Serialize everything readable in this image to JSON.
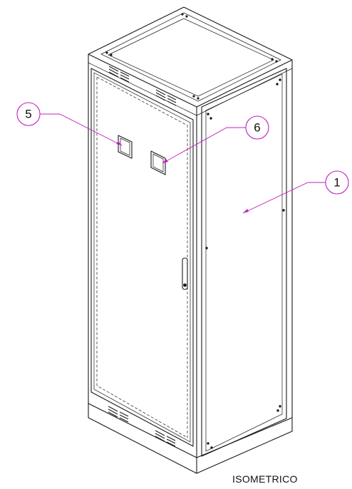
{
  "view_label": "ISOMETRICO",
  "callouts": [
    {
      "id": "callout-5",
      "label": "5"
    },
    {
      "id": "callout-6",
      "label": "6"
    },
    {
      "id": "callout-1",
      "label": "1"
    }
  ],
  "colors": {
    "line": "#1a1a1a",
    "callout": "#c020c0",
    "background": "#ffffff"
  }
}
